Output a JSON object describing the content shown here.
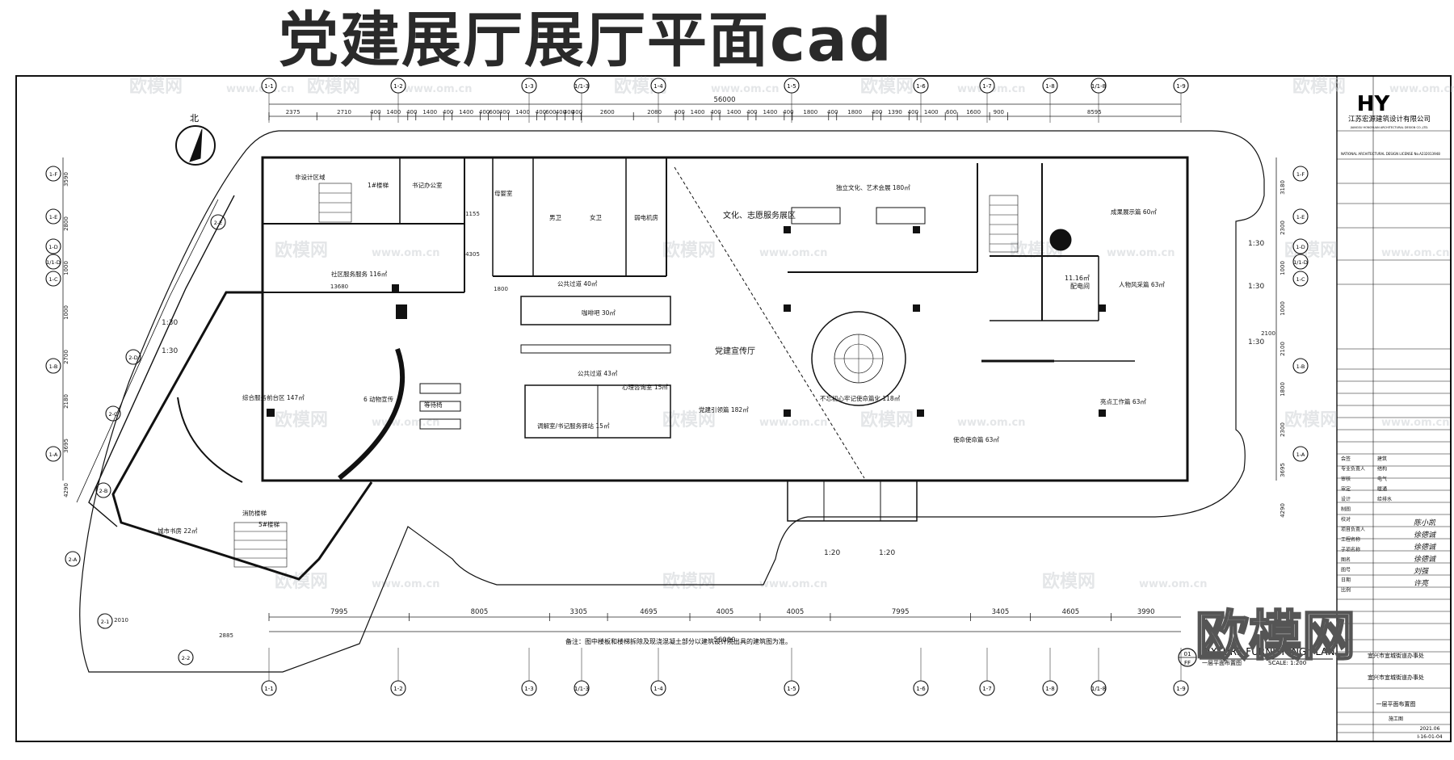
{
  "title": "党建展厅展厅平面cad",
  "watermark": {
    "brand": "欧模网",
    "site": "www.om.cn",
    "domain_suffix": "om.cn"
  },
  "grid": {
    "columns": [
      "1-1",
      "1-2",
      "1-3",
      "1/1-3",
      "1-4",
      "1-5",
      "1-6",
      "1-7",
      "1-8",
      "1/1-8",
      "1-9"
    ],
    "rows": [
      "1-F",
      "1-E",
      "1-D",
      "1/1-D",
      "1-C",
      "1-B",
      "1-A"
    ],
    "diag": [
      "2-E",
      "2-D",
      "2-C",
      "2-B",
      "2-A",
      "2-1",
      "2-2",
      "FF"
    ]
  },
  "dims": {
    "total_top": "56000",
    "total_bottom": "56000",
    "top_segments": [
      "2375",
      "2710",
      "400",
      "1400",
      "400",
      "1400",
      "400",
      "1400",
      "400",
      "600",
      "400",
      "1400",
      "400",
      "600",
      "400",
      "400",
      "400",
      "2600",
      "2080",
      "400",
      "1400",
      "400",
      "1400",
      "400",
      "1400",
      "400",
      "1800",
      "400",
      "1800",
      "400",
      "1390",
      "400",
      "1400",
      "600",
      "1600",
      "900",
      "8595"
    ],
    "bottom_segments": [
      "7995",
      "8005",
      "3305",
      "4695",
      "4005",
      "4005",
      "7995",
      "3405",
      "4605",
      "3990"
    ],
    "left_segments": [
      "3590",
      "2800",
      "1000",
      "1000",
      "2700",
      "2180",
      "3695",
      "4290"
    ],
    "right_segments": [
      "3180",
      "2300",
      "1000",
      "1000",
      "2100",
      "1800",
      "2300",
      "3695",
      "4290"
    ],
    "misc": [
      "13680",
      "1800",
      "1155",
      "4305",
      "2010",
      "2885",
      "2100"
    ]
  },
  "rooms": {
    "non_design": "非设计区域",
    "stair_a": "1#楼梯",
    "secretary": "书记办公室",
    "mother": "母婴室",
    "male_wc": "男卫",
    "female_wc": "女卫",
    "weak_elec": "弱电机房",
    "community": "社区服务服务 116㎡",
    "culture": "文化、志愿服务展区",
    "independent": "独立文化、艺术会展 180㎡",
    "achievement": "成果展示篇 60㎡",
    "distribution": "配电间",
    "distribution_area": "11.16㎡",
    "public_aisle_1": "公共过道 40㎡",
    "coffee": "咖啡吧 30㎡",
    "party_hall": "党建宣传厅",
    "public_aisle_2": "公共过道 43㎡",
    "psych": "心理咨询室 15㎡",
    "mediation": "调解室/书记服务驿站 15㎡",
    "party_guide": "党建引领篇 182㎡",
    "original": "不忘初心牢记使命篇化 118㎡",
    "figures": "人物风采篇 63㎡",
    "highlight": "亮点工作篇 63㎡",
    "mission": "使命使命篇 63㎡",
    "service_center": "综合服务前台区 147㎡",
    "lecture": "城市书房 22㎡",
    "stair_b": "5#楼梯",
    "fire_stair": "消防楼梯",
    "waiting": "等待椅",
    "display": "6 动物宣传",
    "note": "备注：图中楼板和楼梯拆除及现浇混凝土部分以建筑设计院出具的建筑图为准。"
  },
  "scales": [
    "1:30",
    "1:30",
    "1:30",
    "1:30",
    "1:30",
    "1:20",
    "1:20"
  ],
  "north": "北",
  "plan_title": "FIXTURE FURNISHING PLAN",
  "plan_title_cn": "一层平面布置图",
  "plan_scale": "SCALE: 1:200",
  "plan_no": "01",
  "title_block": {
    "logo": "HY",
    "company": "江苏宏源建筑设计有限公司",
    "company_en": "JIANGSU HONGYUAN ARCHITECTURAL DESIGN CO.,LTD.",
    "license": "NATIONAL ARCHITECTURAL DESIGN LICENSE No.A232013948",
    "project_cn": "宜兴市宜城街道办事处",
    "project_sub": "宜兴市宜城街道办事处",
    "drawing_name": "一层平面布置图",
    "stage": "施工图",
    "date": "2021.06",
    "drawing_no": "I-16-01-04",
    "fields": [
      "会签",
      "专业负责人",
      "审核",
      "审定",
      "设计",
      "制图",
      "校对",
      "项目负责人",
      "工程名称",
      "子项名称",
      "图名",
      "图号",
      "日期",
      "比例"
    ],
    "signatures": [
      "陈小凯",
      "徐德诚",
      "徐德诚",
      "徐德诚",
      "刘强",
      "许亮"
    ],
    "specialties": [
      "建筑",
      "结构",
      "电气",
      "暖通",
      "给排水"
    ]
  },
  "colors": {
    "line": "#111111",
    "dim": "#222222",
    "watermark": "#cfd3d6"
  }
}
